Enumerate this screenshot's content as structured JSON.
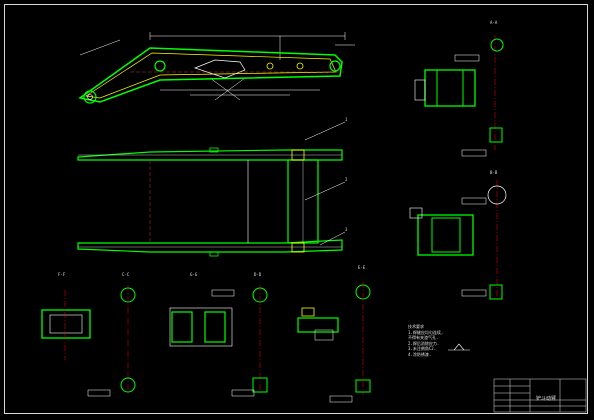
{
  "drawing": {
    "background": "#000000",
    "line_color": "#ffffff",
    "part_color": "#00ff00",
    "dim_color": "#ffffff",
    "hidden_color": "#ff4040",
    "center_color": "#ff0000"
  },
  "title_block": {
    "label": "铲斗动臂"
  },
  "notes": {
    "heading": "技术要求",
    "lines": [
      "1.焊缝应均匀连续,",
      "  不得有夹渣气孔.",
      "2.焊后消除应力.",
      "3.未注倒角C2.",
      "4.涂防锈漆."
    ]
  },
  "views": {
    "section_labels": [
      "A-A",
      "B-B",
      "C-C",
      "D-D",
      "E-E",
      "F-F",
      "G-G"
    ],
    "balloons": [
      "1",
      "2",
      "3"
    ]
  }
}
